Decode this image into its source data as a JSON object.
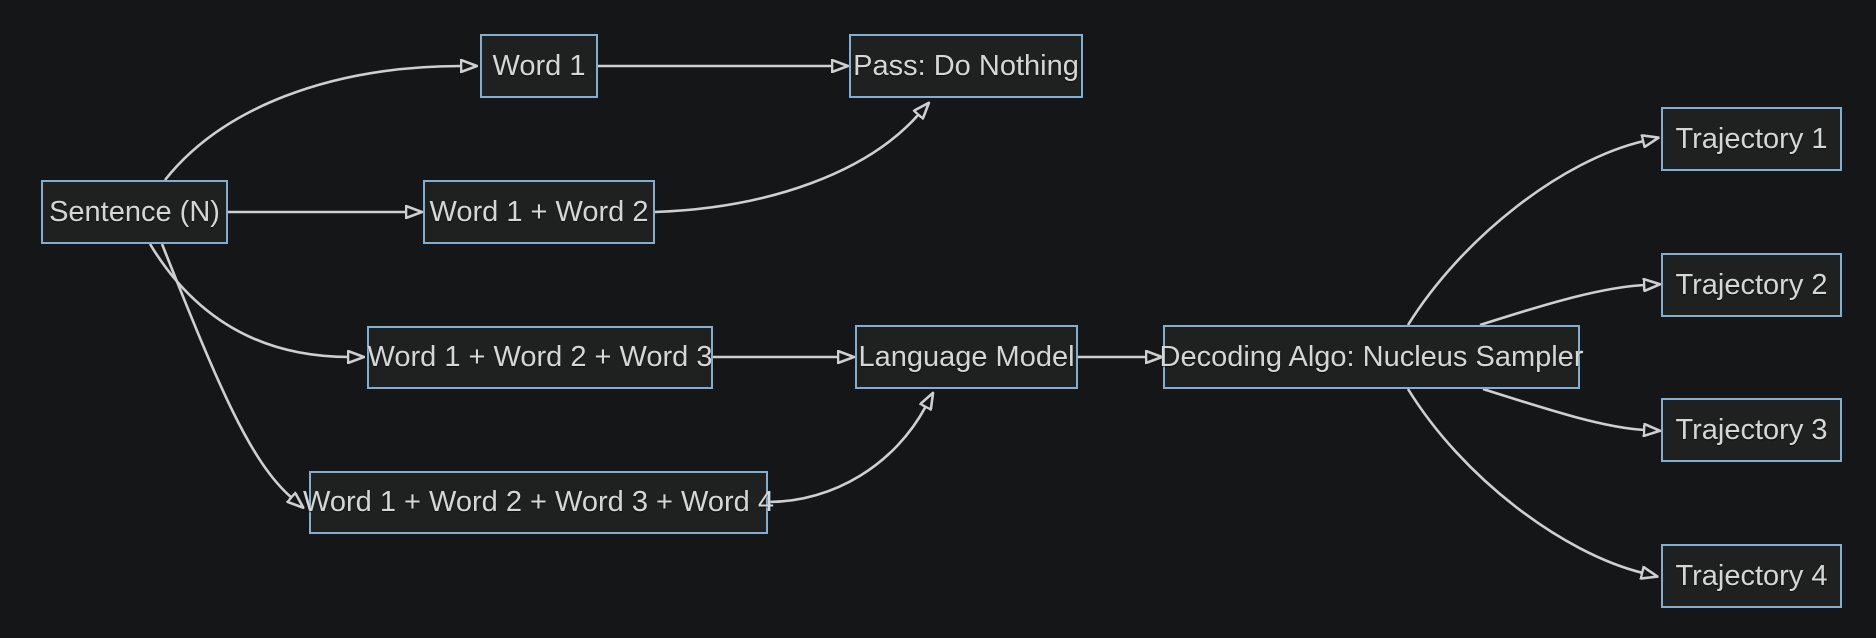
{
  "diagram": {
    "type": "flowchart",
    "direction": "left-to-right",
    "colors": {
      "background": "#151617",
      "node_fill": "#1f2121",
      "node_border": "#82aed2",
      "edge": "#cfcfcf",
      "text": "#d6d6d6"
    },
    "nodes": {
      "sentence": "Sentence (N)",
      "word1": "Word 1",
      "word12": "Word 1 + Word 2",
      "word123": "Word 1 + Word 2 + Word 3",
      "word1234": "Word 1 + Word 2 + Word 3 + Word 4",
      "pass": "Pass: Do Nothing",
      "language_model": "Language Model",
      "decoder": "Decoding Algo: Nucleus Sampler",
      "trajectory1": "Trajectory 1",
      "trajectory2": "Trajectory 2",
      "trajectory3": "Trajectory 3",
      "trajectory4": "Trajectory 4"
    },
    "edges": [
      {
        "from": "sentence",
        "to": "word1"
      },
      {
        "from": "sentence",
        "to": "word12"
      },
      {
        "from": "sentence",
        "to": "word123"
      },
      {
        "from": "sentence",
        "to": "word1234"
      },
      {
        "from": "word1",
        "to": "pass"
      },
      {
        "from": "word12",
        "to": "pass"
      },
      {
        "from": "word123",
        "to": "language_model"
      },
      {
        "from": "word1234",
        "to": "language_model"
      },
      {
        "from": "language_model",
        "to": "decoder"
      },
      {
        "from": "decoder",
        "to": "trajectory1"
      },
      {
        "from": "decoder",
        "to": "trajectory2"
      },
      {
        "from": "decoder",
        "to": "trajectory3"
      },
      {
        "from": "decoder",
        "to": "trajectory4"
      }
    ]
  }
}
